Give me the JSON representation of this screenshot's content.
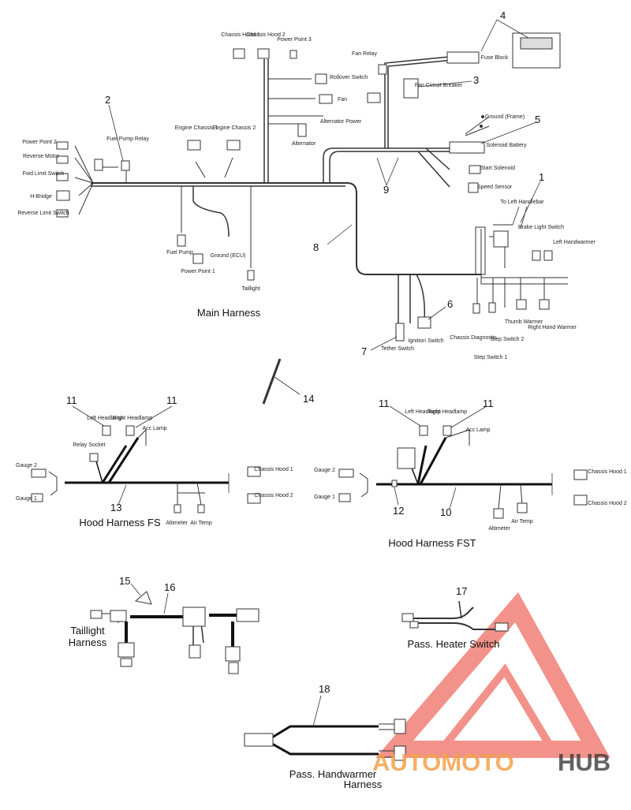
{
  "labels": {
    "chassis_hood1": "Chassis Hood 1",
    "chassis_hood2": "Chassis Hood 2",
    "power_point3": "Power Point 3",
    "fan_relay": "Fan Relay",
    "fuse_block": "Fuse Block",
    "rollover_switch": "Rollover Switch",
    "fan": "Fan",
    "fan_breaker": "Fan Circuit Breaker",
    "alt_power": "Alternator Power",
    "alternator": "Alternator",
    "ground_frame": "Ground (Frame)",
    "solenoid_battery": "Solenoid Battery",
    "start_solenoid": "Start Solenoid",
    "speed_sensor": "Speed Sensor",
    "fuel_pump_relay": "Fuel Pump Relay",
    "power_point2": "Power Point 2",
    "reverse_motor": "Reverse Motor",
    "fwd_limit": "Fwd Limit Switch",
    "h_bridge": "H-Bridge",
    "rev_limit": "Reverse Limit Switch",
    "engine_chassis1": "Engine Chassis 1",
    "engine_chassis2": "Engine Chassis 2",
    "fuel_pump": "Fuel Pump",
    "power_point1": "Power Point 1",
    "ground_ecu": "Ground (ECU)",
    "taillight": "Taillight",
    "to_left_handlebar": "To Left Handlebar",
    "brake_light": "Brake Light Switch",
    "left_handwarmer": "Left Handwarmer",
    "chassis_diag": "Chassis Diagnostic",
    "step_switch2": "Step Switch 2",
    "step_switch1": "Step Switch 1",
    "thumb_warmer": "Thumb Warmer",
    "right_hand_warmer": "Right Hand Warmer",
    "tether_switch": "Tether Switch",
    "ignition_switch": "Ignition Switch",
    "left_headlamp": "Left Headlamp",
    "right_headlamp": "Right Headlamp",
    "acc_lamp": "Acc Lamp",
    "relay_socket": "Relay Socket",
    "gauge2": "Gauge 2",
    "gauge1": "Gauge 1",
    "altimeter": "Altimeter",
    "air_temp": "Air Temp"
  },
  "titles": {
    "main_harness": "Main Harness",
    "hood_fs": "Hood Harness FS",
    "hood_fst": "Hood Harness FST",
    "taillight_harness": "Taillight Harness",
    "pass_heater": "Pass. Heater Switch",
    "pass_handwarmer": "Pass. Handwarmer Harness"
  },
  "callouts": [
    "1",
    "2",
    "3",
    "4",
    "5",
    "6",
    "7",
    "8",
    "9",
    "10",
    "11",
    "12",
    "13",
    "14",
    "15",
    "16",
    "17",
    "18"
  ],
  "watermark": {
    "part1": "AUTOMOTO",
    "part2": "HUB"
  },
  "colors": {
    "watermark_red": "#e83a2c",
    "watermark_orange": "#f4a24a",
    "watermark_dark": "#3b3b3b",
    "line": "#333333"
  }
}
